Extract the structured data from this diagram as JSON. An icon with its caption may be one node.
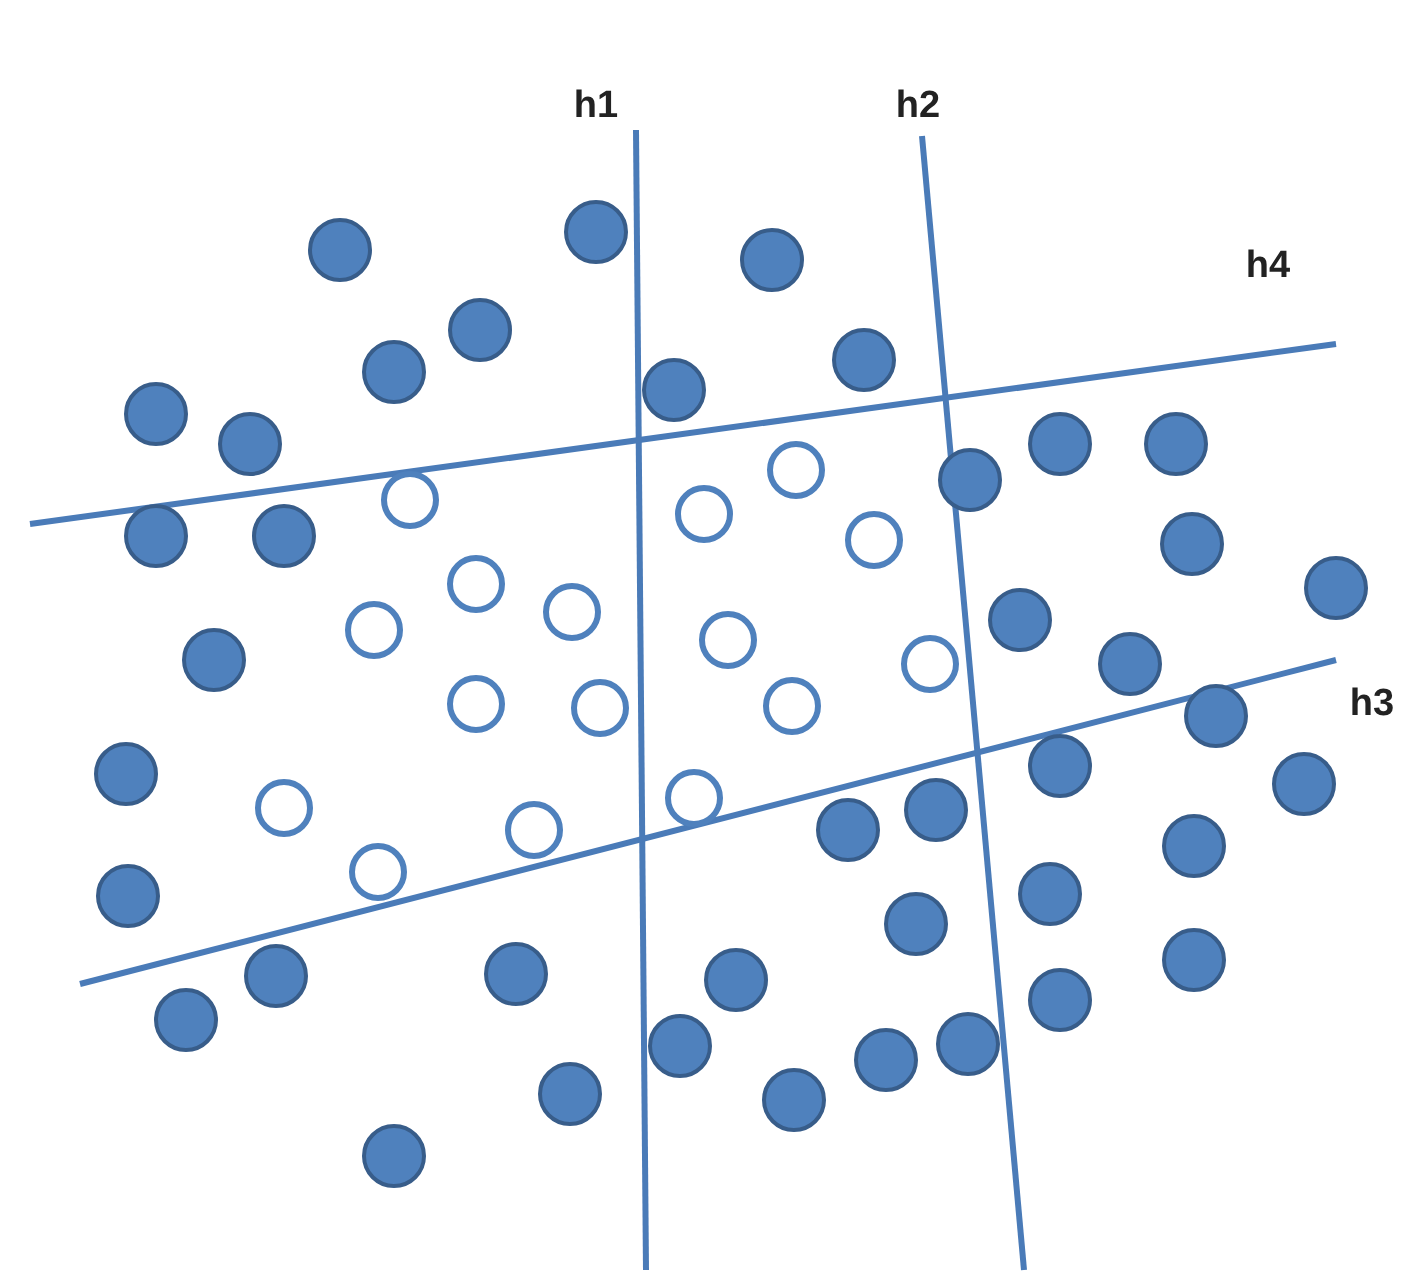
{
  "diagram": {
    "labels": [
      "h1",
      "h2",
      "h4",
      "h3"
    ]
  }
}
